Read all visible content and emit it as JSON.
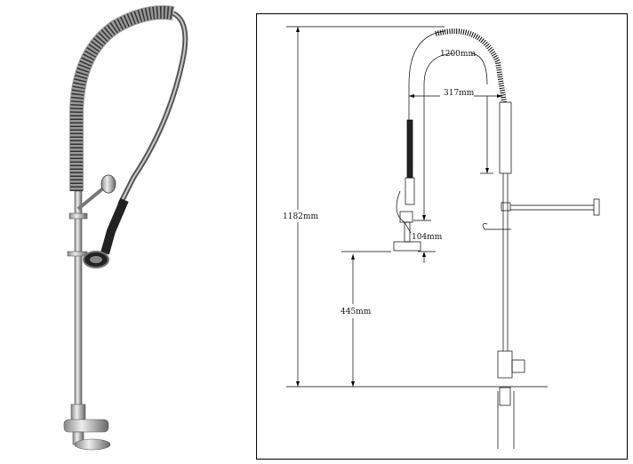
{
  "diagram": {
    "dimensions": {
      "total_height": "1182mm",
      "hose_length": "1200mm",
      "reach": "317mm",
      "spray_head_height": "104mm",
      "spray_clearance": "445mm"
    }
  }
}
